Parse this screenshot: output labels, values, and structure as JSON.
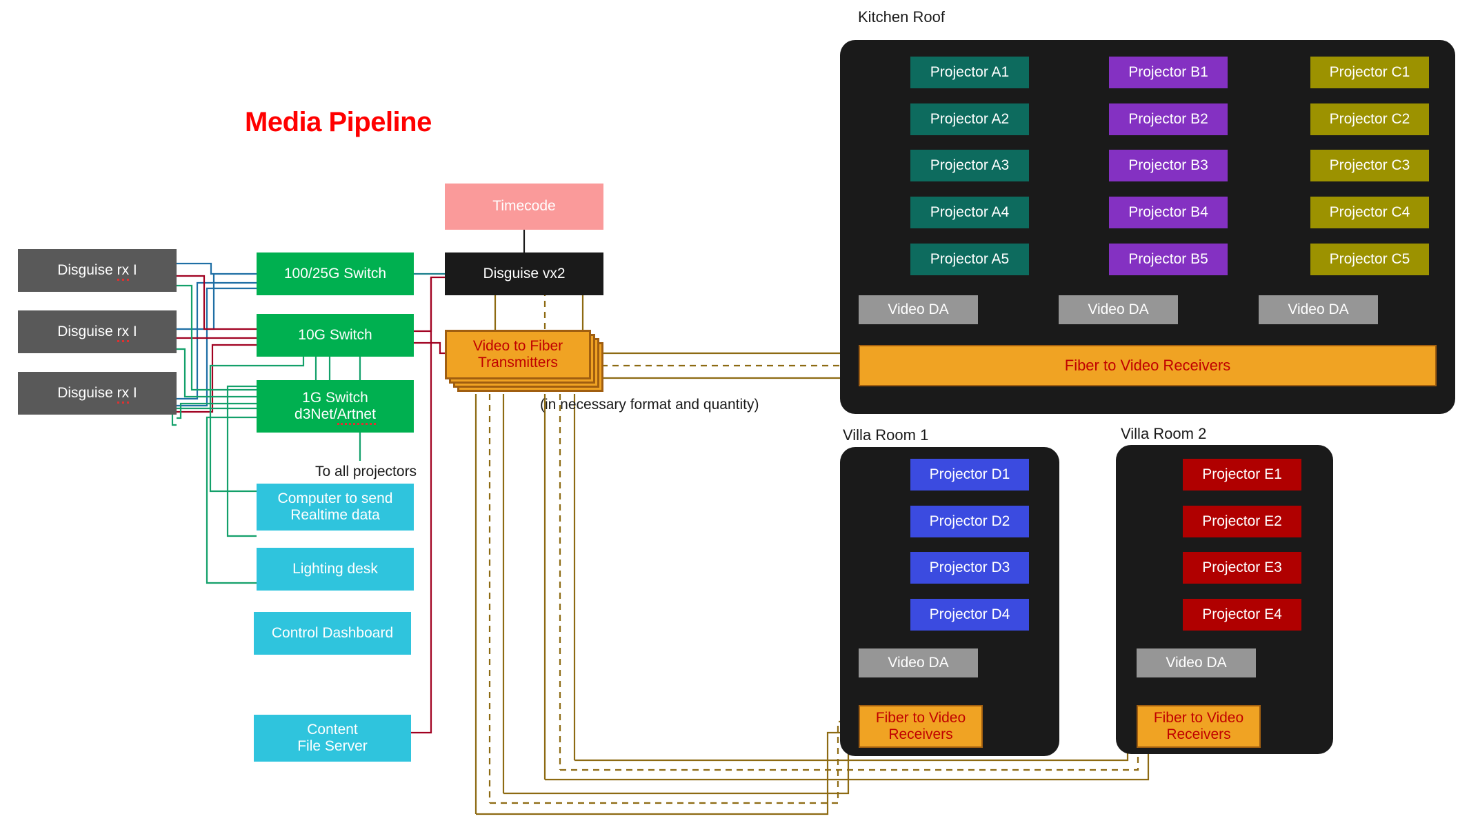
{
  "diagram": {
    "title": "Media Pipeline",
    "title_color": "#ff0000"
  },
  "sources": {
    "rx_nodes": [
      {
        "label": "Disguise rx I"
      },
      {
        "label": "Disguise rx I"
      },
      {
        "label": "Disguise rx I"
      }
    ]
  },
  "network": {
    "switches": [
      {
        "label": "100/25G Switch"
      },
      {
        "label": "10G Switch"
      },
      {
        "label": "1G Switch\nd3Net/Artnet"
      }
    ],
    "switch_color": "#00b050",
    "link_colors": {
      "g100_25": "#1f6fa5",
      "g10": "#a00020",
      "g1": "#13a06a"
    }
  },
  "control": {
    "nodes": [
      {
        "label": "Computer to send\nRealtime data"
      },
      {
        "label": "Lighting desk"
      },
      {
        "label": "Control Dashboard"
      },
      {
        "label": "Content\nFile Server"
      }
    ],
    "color": "#2fc4dd"
  },
  "media": {
    "timecode": {
      "label": "Timecode",
      "color": "#fa9a9a"
    },
    "vx2": {
      "label": "Disguise vx2",
      "color": "#1a1a1a"
    },
    "fiber_transmitters": {
      "label": "Video to Fiber\nTransmitters",
      "color": "#f0a323",
      "text_color": "#c00000"
    },
    "fiber_note": "(in necessary format and quantity)",
    "projector_note": "To all projectors"
  },
  "rooms": [
    {
      "name": "Kitchen Roof",
      "groups": [
        {
          "color": "#0d6b5e",
          "projectors": [
            "Projector A1",
            "Projector A2",
            "Projector A3",
            "Projector A4",
            "Projector A5"
          ],
          "video_da": "Video DA"
        },
        {
          "color": "#8431c2",
          "projectors": [
            "Projector B1",
            "Projector B2",
            "Projector B3",
            "Projector B4",
            "Projector B5"
          ],
          "video_da": "Video DA"
        },
        {
          "color": "#9c9200",
          "projectors": [
            "Projector C1",
            "Projector C2",
            "Projector C3",
            "Projector C4",
            "Projector C5"
          ],
          "video_da": "Video DA"
        }
      ],
      "fiber_receivers": "Fiber to Video Receivers"
    },
    {
      "name": "Villa Room 1",
      "groups": [
        {
          "color": "#3b4be0",
          "projectors": [
            "Projector D1",
            "Projector D2",
            "Projector D3",
            "Projector D4"
          ],
          "video_da": "Video DA"
        }
      ],
      "fiber_receivers": "Fiber to Video\nReceivers"
    },
    {
      "name": "Villa Room 2",
      "groups": [
        {
          "color": "#b00000",
          "projectors": [
            "Projector E1",
            "Projector E2",
            "Projector E3",
            "Projector E4"
          ],
          "video_da": "Video DA"
        }
      ],
      "fiber_receivers": "Fiber to Video\nReceivers"
    }
  ]
}
